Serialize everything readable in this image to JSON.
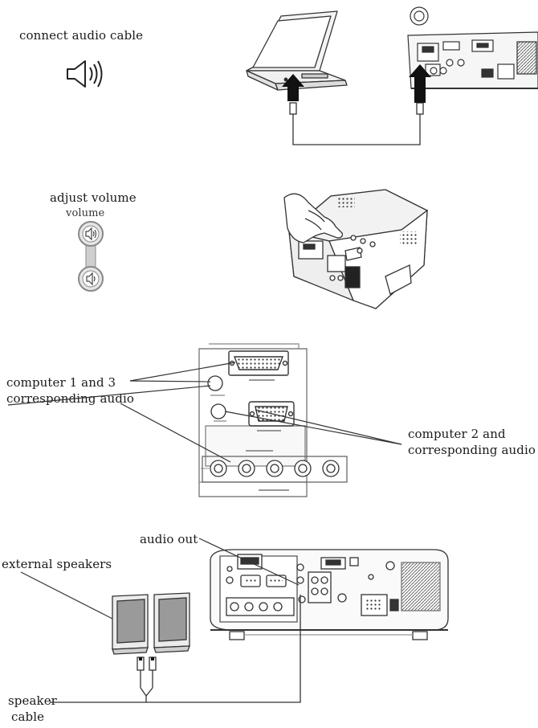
{
  "panel1": {
    "label": "connect audio cable",
    "icon": "speaker-icon"
  },
  "panel2": {
    "label": "adjust volume",
    "sublabel": "volume",
    "icons": [
      "volume-up-icon",
      "volume-down-icon"
    ]
  },
  "panel3": {
    "callout_left_line1": "computer 1 and 3",
    "callout_left_line2": "corresponding audio",
    "callout_right_line1": "computer 2 and",
    "callout_right_line2": "corresponding audio"
  },
  "panel4": {
    "audio_out": "audio out",
    "external_speakers": "external speakers",
    "speaker_cable_line1": "speaker",
    "speaker_cable_line2": "cable"
  }
}
